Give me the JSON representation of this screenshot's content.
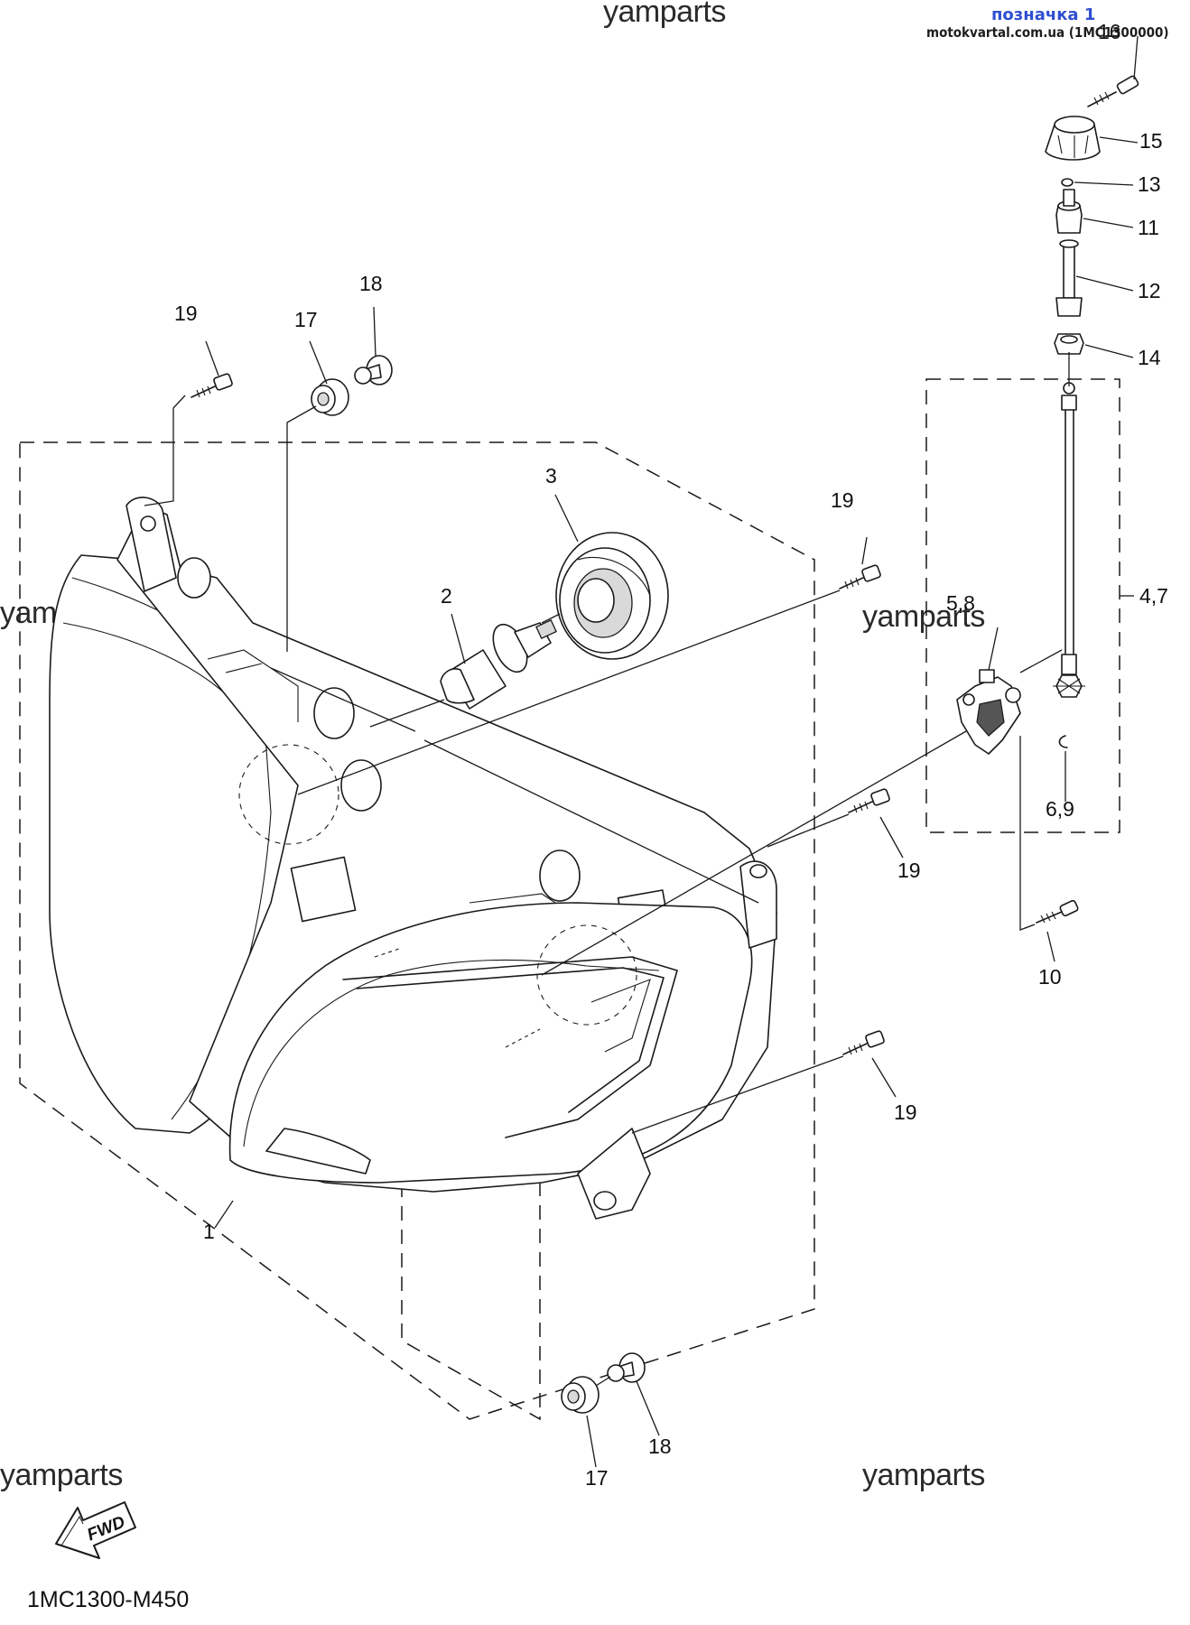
{
  "header": {
    "label": "позначка 1",
    "source": "motokvartal.com.ua (1MC1300000)"
  },
  "watermark": "yamparts",
  "diagram_code": "1MC1300-M450",
  "fwd_badge": "FWD",
  "icons": {
    "fwd": "fwd-arrow-icon"
  },
  "callouts": {
    "c1": "1",
    "c2": "2",
    "c3": "3",
    "c47": "4,7",
    "c58": "5,8",
    "c69": "6,9",
    "c10": "10",
    "c11": "11",
    "c12": "12",
    "c13": "13",
    "c14": "14",
    "c15": "15",
    "c16": "16",
    "c17a": "17",
    "c17b": "17",
    "c18a": "18",
    "c18b": "18",
    "c19a": "19",
    "c19b": "19",
    "c19c": "19",
    "c19d": "19"
  }
}
